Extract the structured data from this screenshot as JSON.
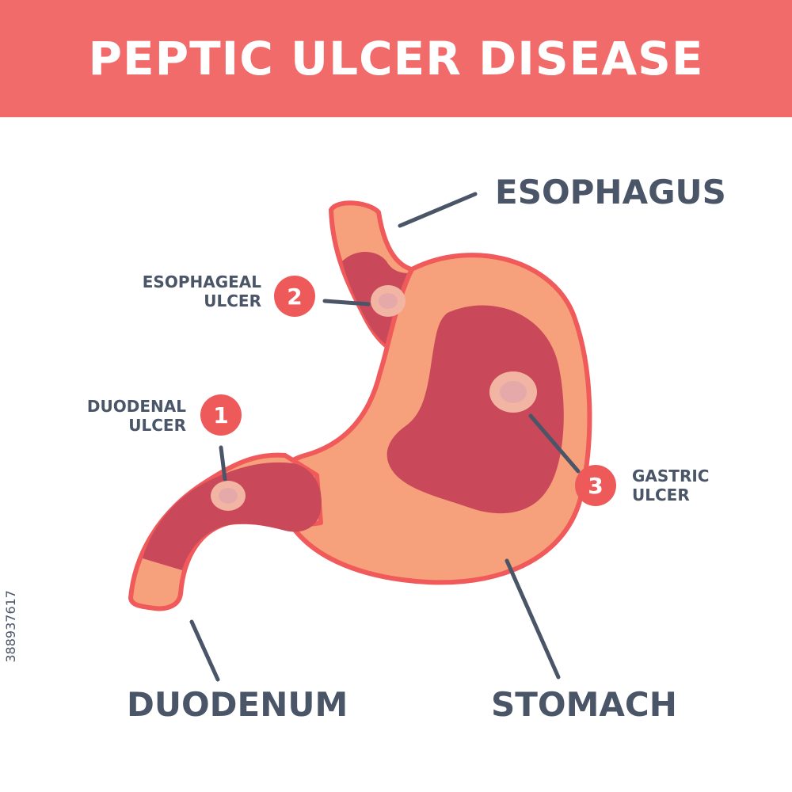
{
  "title": "PEPTIC ULCER DISEASE",
  "labels": {
    "esophagus": "ESOPHAGUS",
    "duodenum": "DUODENUM",
    "stomach": "STOMACH"
  },
  "ulcers": [
    {
      "number": "1",
      "line1": "DUODENAL",
      "line2": "ULCER"
    },
    {
      "number": "2",
      "line1": "ESOPHAGEAL",
      "line2": "ULCER"
    },
    {
      "number": "3",
      "line1": "GASTRIC",
      "line2": "ULCER"
    }
  ],
  "stock_id": "388937617",
  "colors": {
    "banner": "#F26B6B",
    "text": "#4A5568",
    "badge": "#EE5A5A",
    "outline": "#F05A5A",
    "stomach_fill": "#F7A07C",
    "dark_tissue": "#C9485A",
    "ulcer_outer": "#F3B5A3",
    "ulcer_inner": "#E5A9A9"
  }
}
